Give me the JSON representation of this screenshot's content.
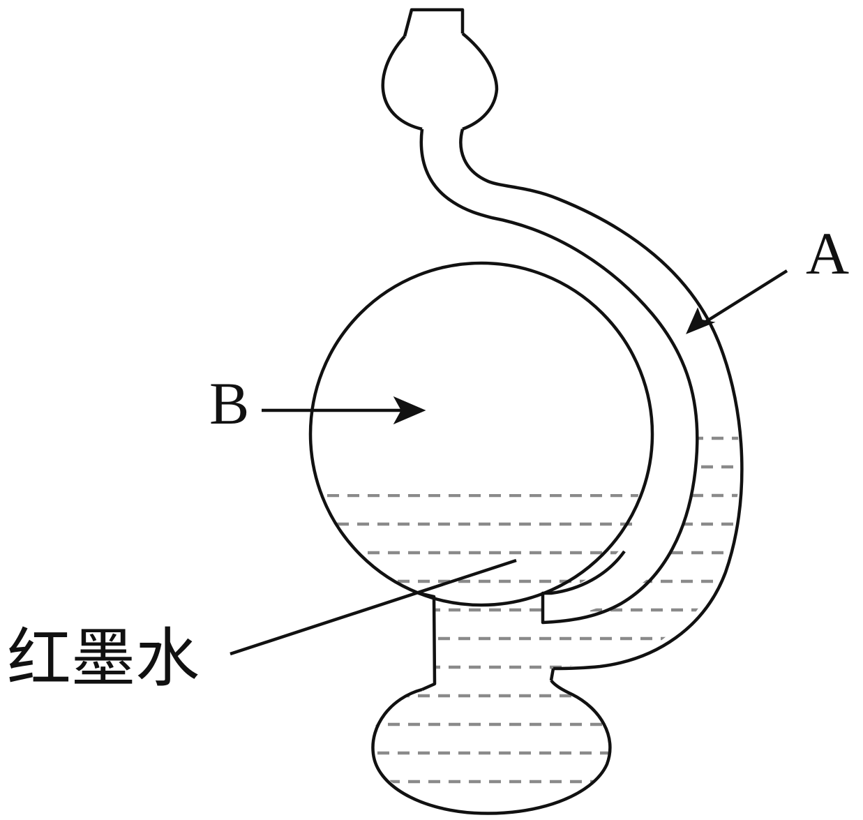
{
  "labels": {
    "a": "A",
    "b": "B",
    "liquid": "红墨水"
  },
  "colors": {
    "outline": "#111111",
    "liquid_dash": "#8a8a8a",
    "background": "#ffffff"
  }
}
